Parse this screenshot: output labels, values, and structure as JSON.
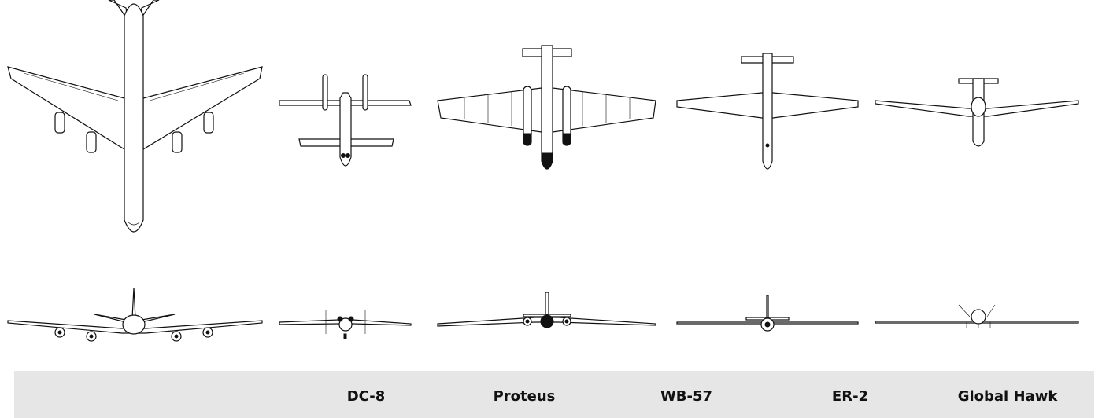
{
  "labels": [
    "DC-8",
    "Proteus",
    "WB-57",
    "ER-2",
    "Global Hawk"
  ]
}
